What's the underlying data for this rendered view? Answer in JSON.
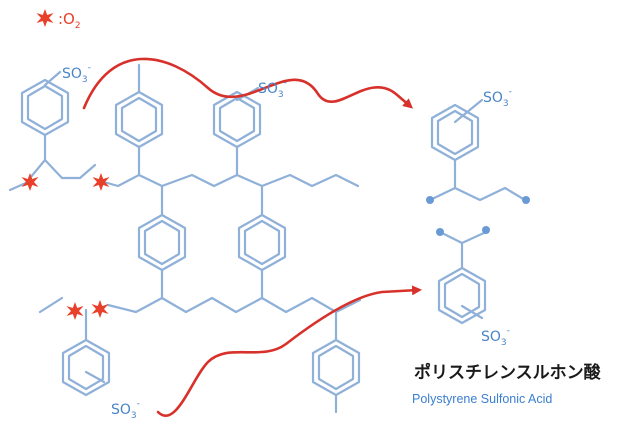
{
  "legend": {
    "icon": "singlet-oxygen-burst-icon",
    "label": ":O",
    "subscript": "2"
  },
  "groups": {
    "sulfonate": "SO",
    "sulfonate_sub": "3",
    "sulfonate_charge": "-"
  },
  "caption": {
    "japanese": "ポリスチレンスルホン酸",
    "english": "Polystyrene Sulfonic Acid"
  },
  "colors": {
    "bond": "#8fb0d8",
    "arrow": "#d8302a",
    "burst": "#e8402a",
    "sulfonate_text": "#4a84c8",
    "caption_en": "#3a7fd0",
    "chain_end_dot": "#6a9ad4"
  }
}
